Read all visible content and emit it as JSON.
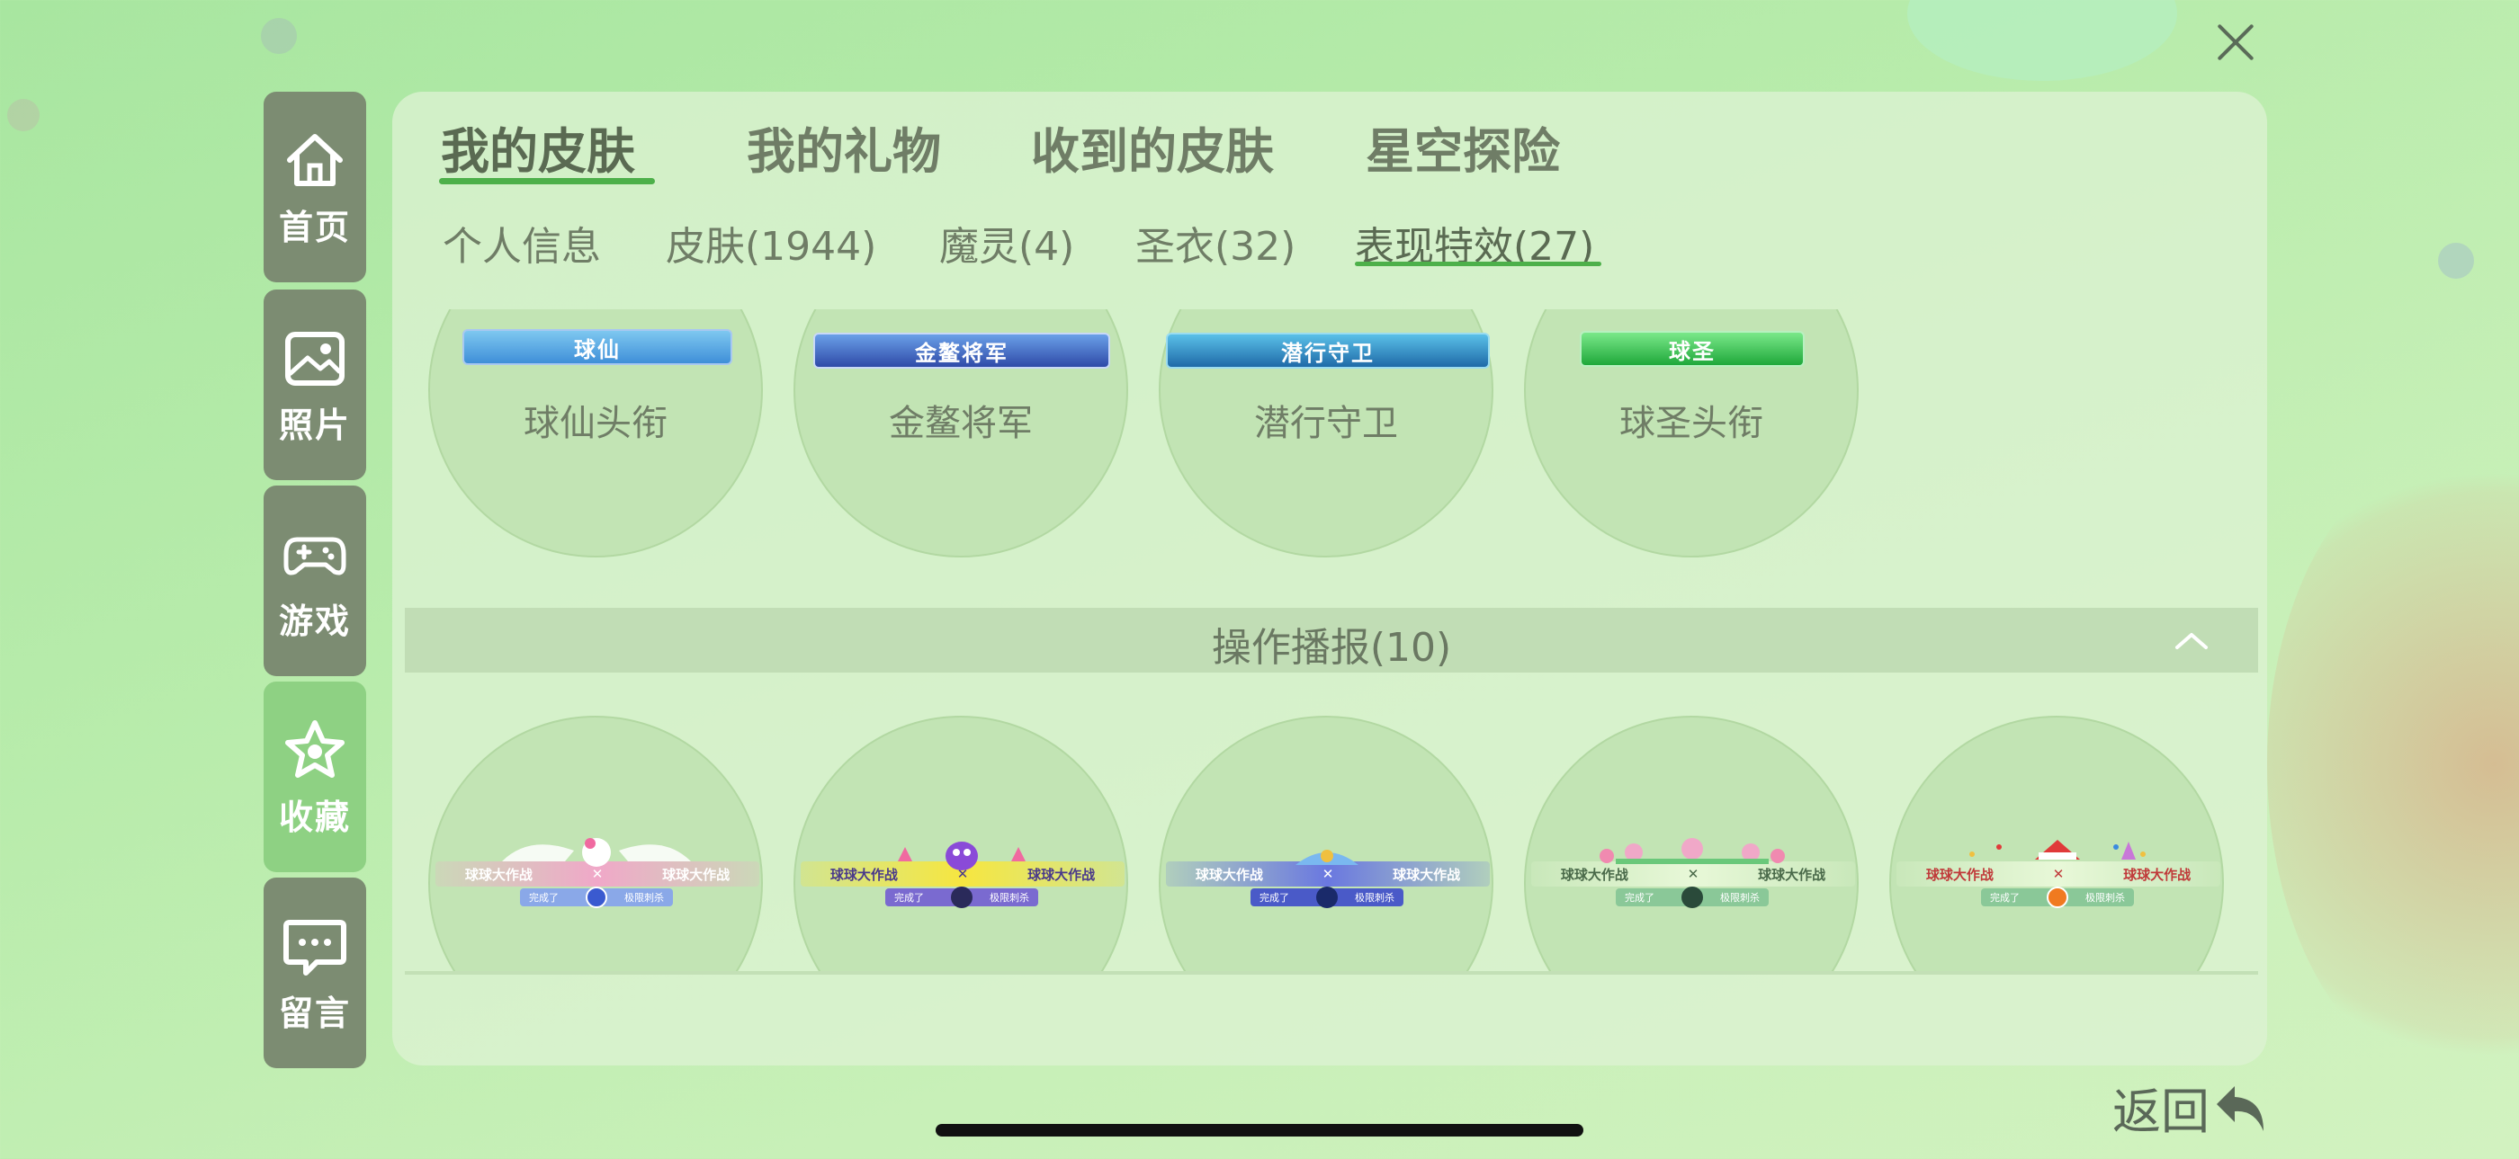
{
  "close_label": "×",
  "sidebar": {
    "items": [
      {
        "label": "首页",
        "icon": "home-icon"
      },
      {
        "label": "照片",
        "icon": "photo-icon"
      },
      {
        "label": "游戏",
        "icon": "gamepad-icon"
      },
      {
        "label": "收藏",
        "icon": "star-icon",
        "active": true
      },
      {
        "label": "留言",
        "icon": "message-icon"
      }
    ]
  },
  "top_tabs": [
    "我的皮肤",
    "我的礼物",
    "收到的皮肤",
    "星空探险"
  ],
  "sub_tabs": [
    "个人信息",
    "皮肤(1944)",
    "魔灵(4)",
    "圣衣(32)",
    "表现特效(27)"
  ],
  "titles": [
    {
      "badge": "球仙",
      "name": "球仙头衔",
      "color": "#3f8fd8"
    },
    {
      "badge": "金鳌将军",
      "name": "金鳌将军",
      "color": "#3a6cc8"
    },
    {
      "badge": "潜行守卫",
      "name": "潜行守卫",
      "color": "#2a7ab8"
    },
    {
      "badge": "球圣",
      "name": "球圣头衔",
      "color": "#2fb04a"
    }
  ],
  "section": {
    "title": "操作播报(10)"
  },
  "broadcasts": [
    {
      "left": "球球大作战",
      "mid": "✕",
      "right": "球球大作战",
      "sub1": "完成了",
      "sub2": "极限刺杀",
      "banner": "#f0a8c8",
      "text": "#ffffff",
      "subcolor": "#8aa8e8",
      "dot": "#3a5ad0"
    },
    {
      "left": "球球大作战",
      "mid": "✕",
      "right": "球球大作战",
      "sub1": "完成了",
      "sub2": "极限刺杀",
      "banner": "#f6e640",
      "text": "#4a3a8a",
      "subcolor": "#7a6ad0",
      "dot": "#2a2a5a"
    },
    {
      "left": "球球大作战",
      "mid": "✕",
      "right": "球球大作战",
      "sub1": "完成了",
      "sub2": "极限刺杀",
      "banner": "#6a78e0",
      "text": "#ffffff",
      "subcolor": "#4a5ac8",
      "dot": "#1a2a6a"
    },
    {
      "left": "球球大作战",
      "mid": "✕",
      "right": "球球大作战",
      "sub1": "完成了",
      "sub2": "极限刺杀",
      "banner": "#d8f0c8",
      "text": "#4a6a4a",
      "subcolor": "#8ac898",
      "dot": "#2a4a3a"
    },
    {
      "left": "球球大作战",
      "mid": "✕",
      "right": "球球大作战",
      "sub1": "完成了",
      "sub2": "极限刺杀",
      "banner": "#d8f0c8",
      "text": "#c03a3a",
      "subcolor": "#8ac898",
      "dot": "#f07a20"
    }
  ],
  "back_label": "返回"
}
